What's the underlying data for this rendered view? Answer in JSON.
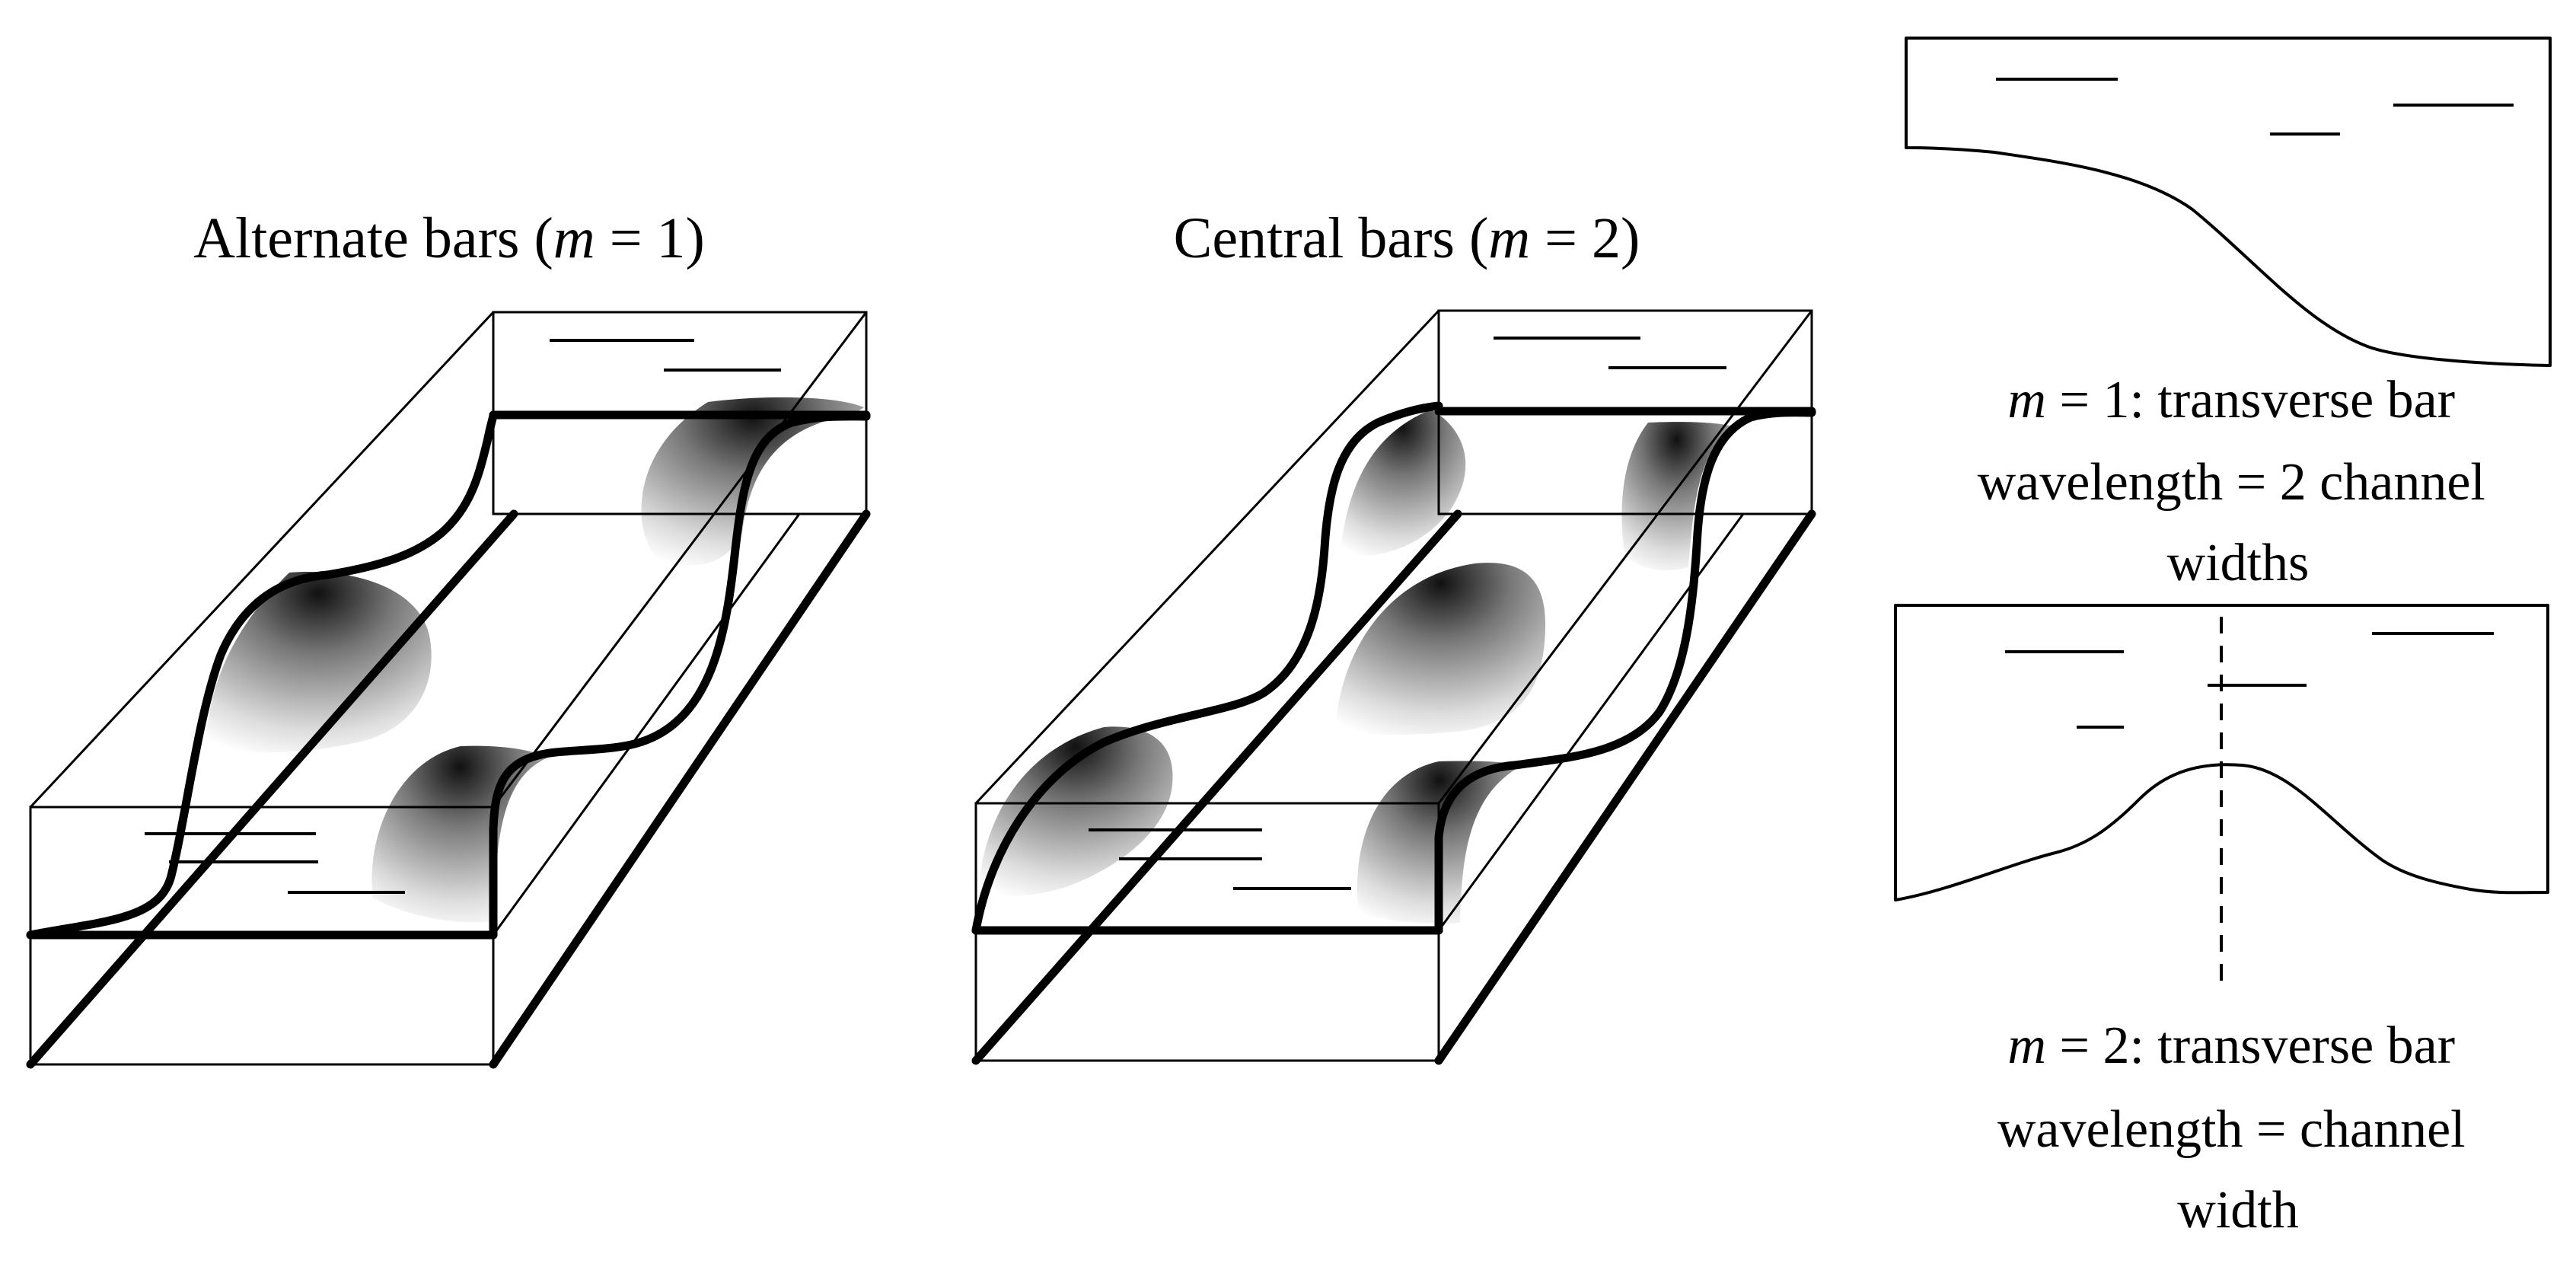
{
  "panels": {
    "alternate": {
      "title_pre": "Alternate bars (",
      "title_var": "m",
      "title_post": " = 1)"
    },
    "central": {
      "title_pre": "Central bars (",
      "title_var": "m",
      "title_post": " = 2)"
    }
  },
  "cross_sections": {
    "m1": {
      "var": "m",
      "line1_rest": " = 1: transverse bar",
      "line2": "wavelength = 2 channel",
      "line3": "widths"
    },
    "m2": {
      "var": "m",
      "line1_rest": " = 2: transverse bar",
      "line2": "wavelength = channel",
      "line3": "width"
    }
  },
  "colors": {
    "ink": "#000000",
    "background": "#ffffff",
    "bar_shade_dark": "#1a1a1a",
    "bar_shade_light": "#ffffff"
  }
}
